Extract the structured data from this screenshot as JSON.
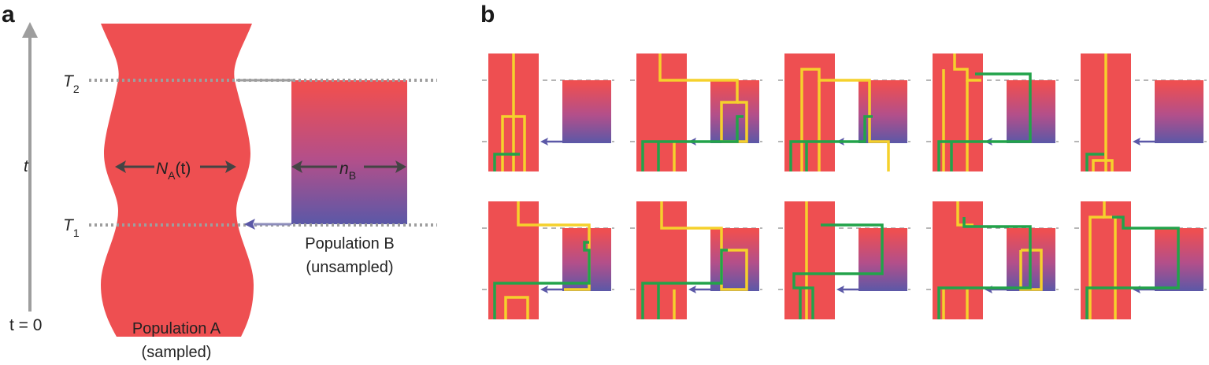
{
  "panel_a": {
    "letter": "a",
    "time_axis_label": "t",
    "t_zero_label": "t = 0",
    "t1": {
      "letter": "T",
      "sub": "1"
    },
    "t2": {
      "letter": "T",
      "sub": "2"
    },
    "na": {
      "letter": "N",
      "sub": "A",
      "arg": "(t)"
    },
    "nb": {
      "letter": "n",
      "sub": "B"
    },
    "pop_a_line1": "Population A",
    "pop_a_line2": "(sampled)",
    "pop_b_line1": "Population B",
    "pop_b_line2": "(unsampled)"
  },
  "panel_b": {
    "letter": "b"
  },
  "colors": {
    "pop_a": "#ee4f51",
    "pop_b_top": "#ee4f51",
    "pop_b_bottom": "#5b58a7",
    "lineage_yellow": "#f5d12c",
    "lineage_green": "#22a34a",
    "axis_gray": "#9e9e9e",
    "migration_arrow": "#5b58a7"
  }
}
